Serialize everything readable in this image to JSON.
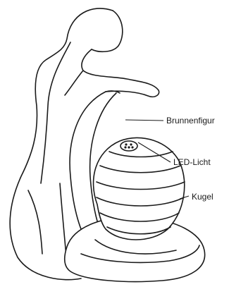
{
  "diagram": {
    "subject": "fountain-figure-illustration",
    "callouts": [
      {
        "id": "brunnenfigur",
        "label": "Brunnenfigur"
      },
      {
        "id": "led-licht",
        "label": "LED-Licht"
      },
      {
        "id": "kugel",
        "label": "Kugel"
      }
    ],
    "colors": {
      "line": "#1a1a1a",
      "background": "#ffffff"
    }
  }
}
